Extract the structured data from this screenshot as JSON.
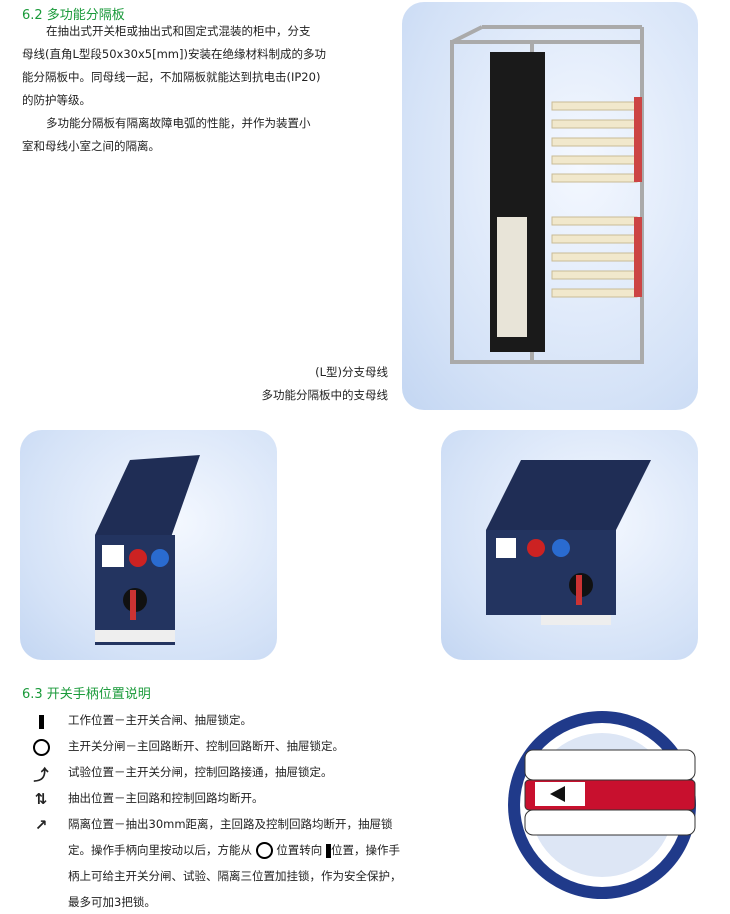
{
  "section62": {
    "title": "6.2  多功能分隔板",
    "para1_l1": "在抽出式开关柜或抽出式和固定式混装的柜中，分支",
    "para1_l2": "母线(直角L型段50x30x5[mm])安装在绝缘材料制成的多功",
    "para1_l3": "能分隔板中。同母线一起，不加隔板就能达到抗电击(IP20)",
    "para1_l4": "的防护等级。",
    "para2_l1": "多功能分隔板有隔离故障电弧的性能，并作为装置小",
    "para2_l2": "室和母线小室之间的隔离。",
    "caption1": "(L型)分支母线",
    "caption2": "多功能分隔板中的支母线"
  },
  "section63": {
    "title": "6.3  开关手柄位置说明",
    "items": [
      {
        "icon": "bar-icon",
        "text": "工作位置－主开关合闸、抽屉锁定。"
      },
      {
        "icon": "circle-icon",
        "text": "主开关分闸－主回路断开、控制回路断开、抽屉锁定。"
      },
      {
        "icon": "test-position-icon",
        "text": "试验位置－主开关分闸，控制回路接通，抽屉锁定。"
      },
      {
        "icon": "withdraw-arrows-icon",
        "text": "抽出位置－主回路和控制回路均断开。"
      },
      {
        "icon": "isolate-position-icon",
        "text": "隔离位置－抽出30mm距离，主回路及控制回路均断开，抽屉锁"
      }
    ],
    "cont_a": "定。操作手柄向里按动以后，方能从",
    "cont_b": "位置转向",
    "cont_c": "位置，操作手",
    "cont_l2": "柄上可给主开关分闸、试验、隔离三位置加挂锁，作为安全保护，",
    "cont_l3": "最多可加3把锁。"
  }
}
